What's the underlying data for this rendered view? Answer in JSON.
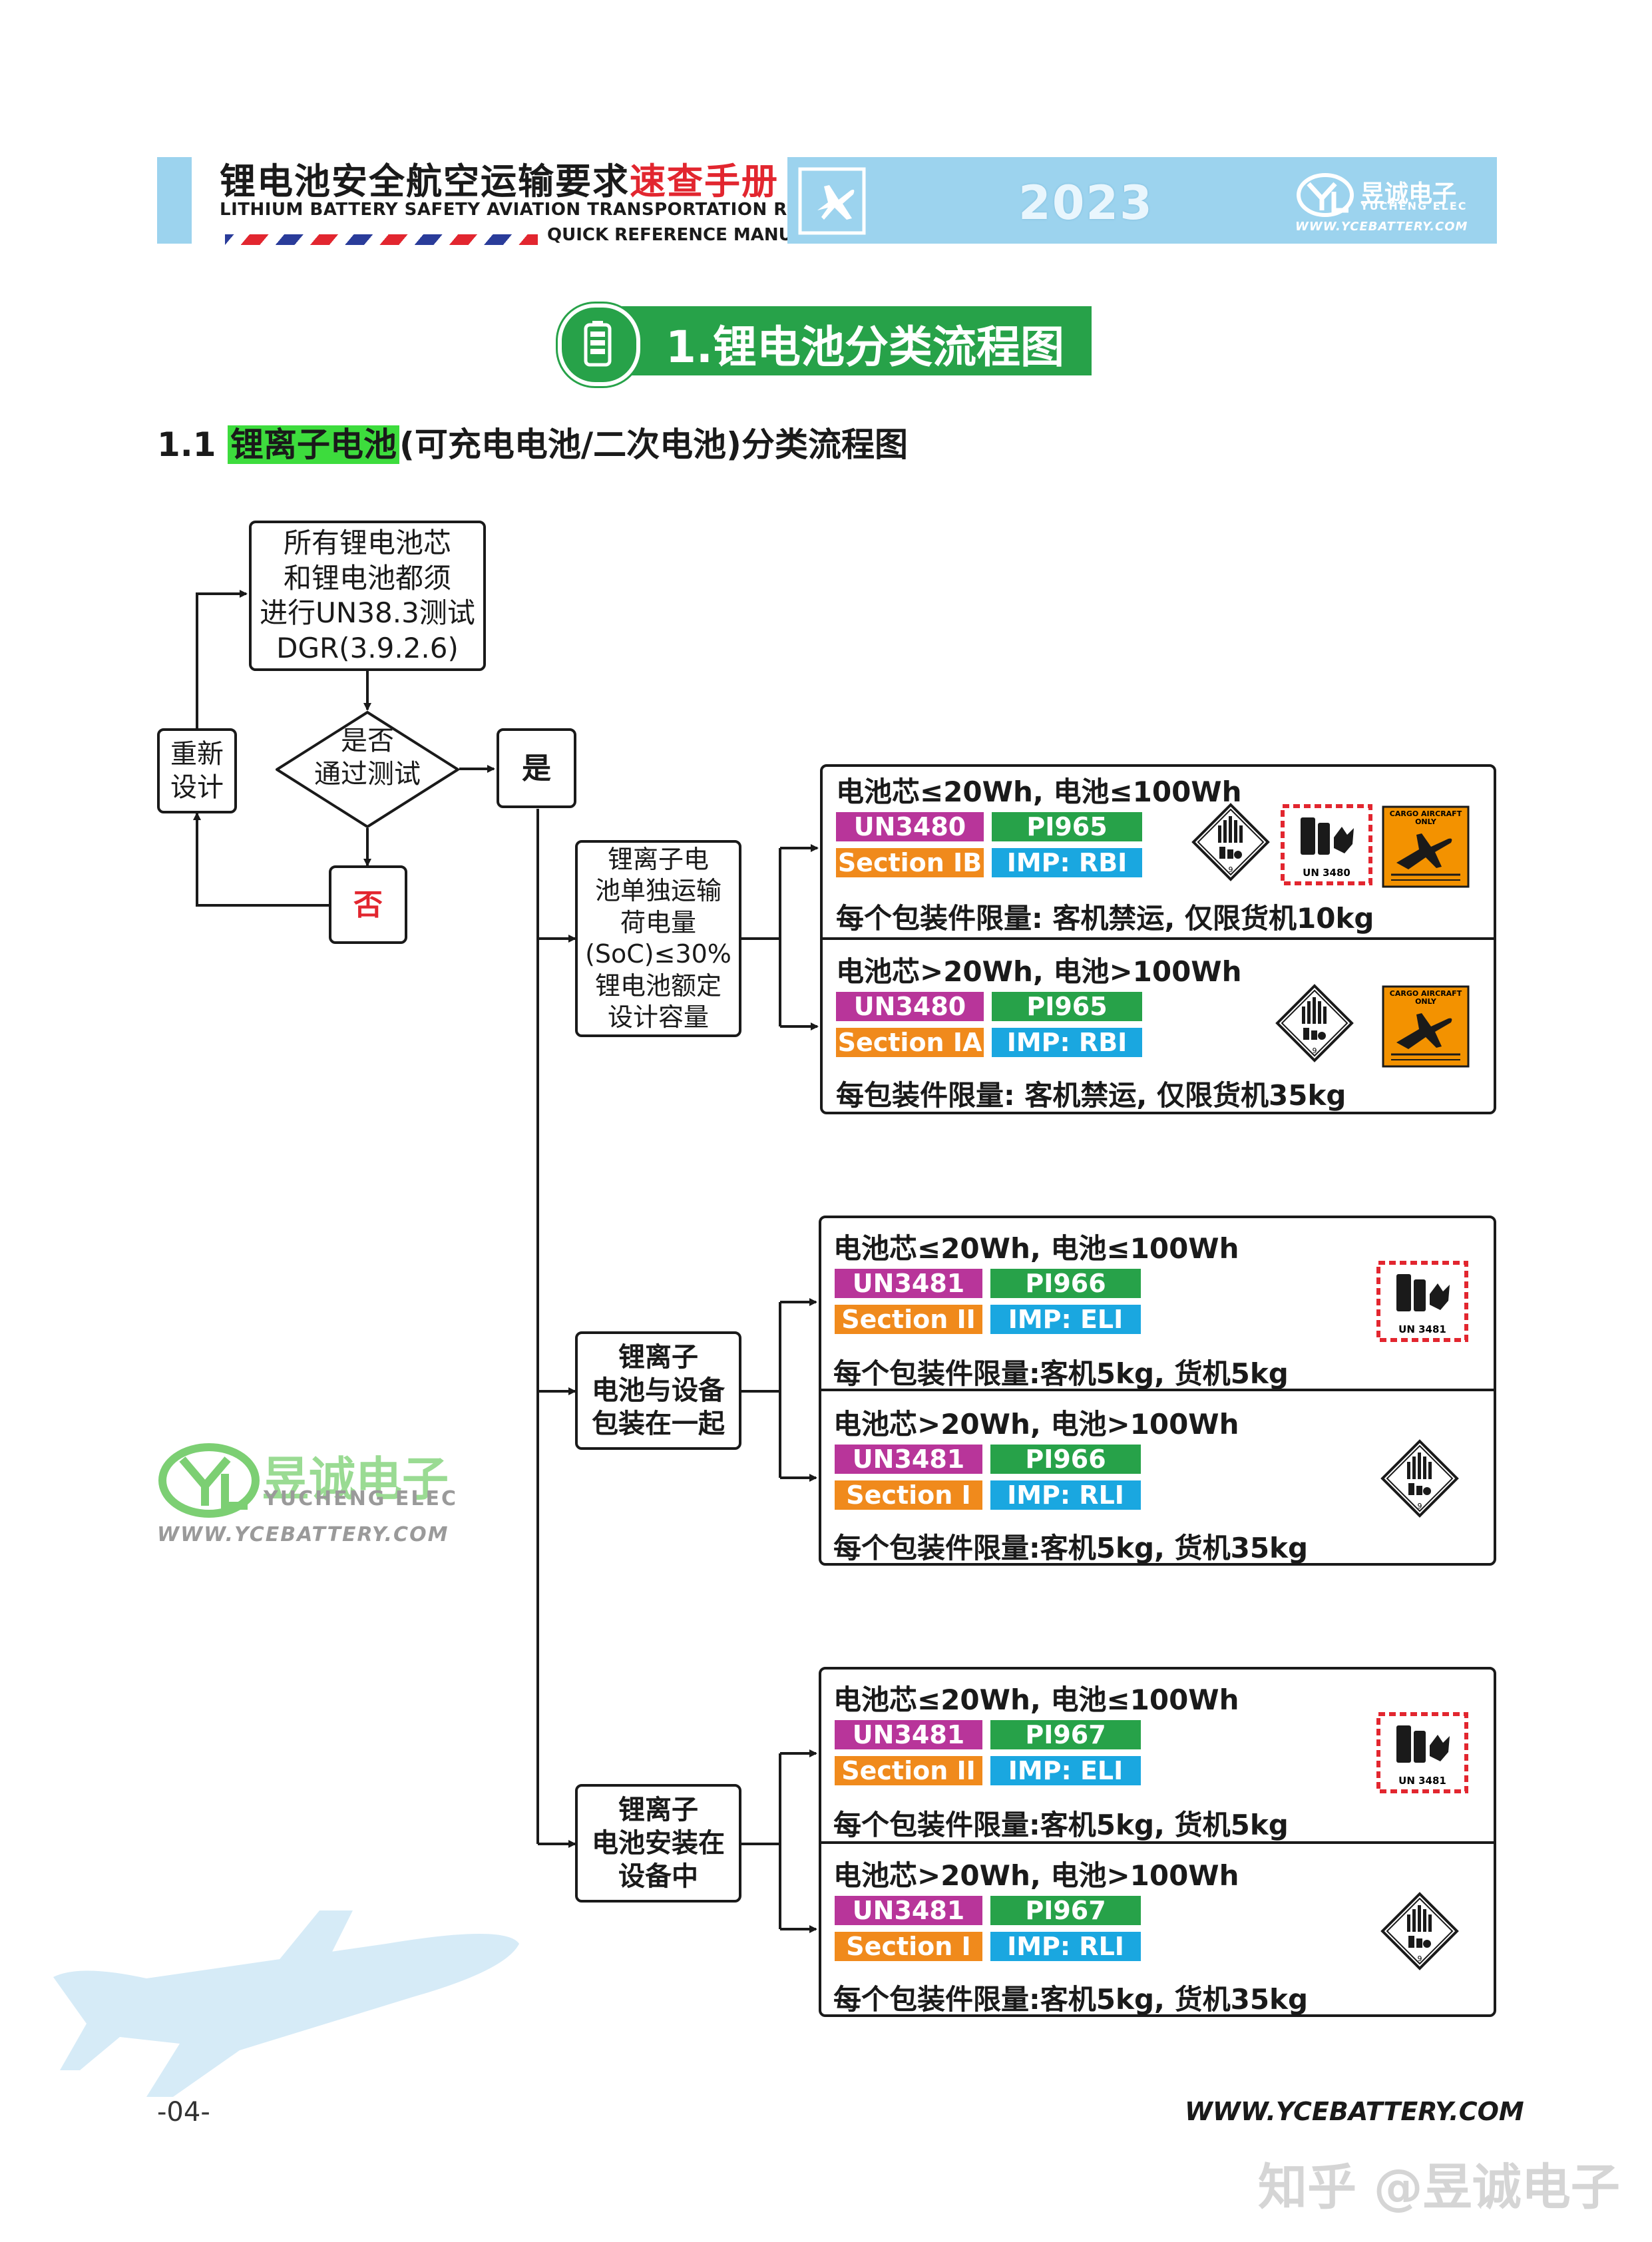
{
  "header": {
    "title_main": "锂电池安全航空运输要求",
    "title_highlight": "速查手册",
    "subtitle_line1": "LITHIUM BATTERY SAFETY AVIATION TRANSPORTATION REQUIREMENTS",
    "subtitle_line2": "QUICK REFERENCE MANUAL",
    "year": "2023",
    "logo_cn": "昱诚电子",
    "logo_en": "YUCHENG ELEC",
    "logo_url": "WWW.YCEBATTERY.COM"
  },
  "section": {
    "title": "1.锂电池分类流程图",
    "sub_prefix": "1.1",
    "sub_highlight": "锂离子电池",
    "sub_rest": "(可充电电池/二次电池)分类流程图"
  },
  "flow": {
    "start": "所有锂电池芯\n和锂电池都须\n进行UN38.3测试\nDGR(3.9.2.6)",
    "decision": "是否\n通过测试",
    "redesign": "重新\n设计",
    "no": "否",
    "yes": "是",
    "branch1": "锂离子电\n池单独运输\n荷电量\n(SoC)≤30%\n锂电池额定\n设计容量",
    "branch2": "锂离子\n电池与设备\n包装在一起",
    "branch3": "锂离子\n电池安装在\n设备中"
  },
  "groups": [
    {
      "rows": [
        {
          "title": "电池芯≤20Wh, 电池≤100Wh",
          "un": "UN3480",
          "pi": "PI965",
          "section": "Section IB",
          "imp": "IMP: RBI",
          "limit": "每个包装件限量: 客机禁运, 仅限货机10kg",
          "labels": [
            "class9-icon",
            "un3480-mark-icon",
            "cargo-aircraft-only-icon"
          ],
          "un_mark_text": "UN 3480"
        },
        {
          "title": "电池芯>20Wh, 电池>100Wh",
          "un": "UN3480",
          "pi": "PI965",
          "section": "Section IA",
          "imp": "IMP: RBI",
          "limit": "每包装件限量: 客机禁运, 仅限货机35kg",
          "labels": [
            "class9-icon",
            "cargo-aircraft-only-icon"
          ]
        }
      ]
    },
    {
      "rows": [
        {
          "title": "电池芯≤20Wh, 电池≤100Wh",
          "un": "UN3481",
          "pi": "PI966",
          "section": "Section II",
          "imp": "IMP: ELI",
          "limit": "每个包装件限量:客机5kg, 货机5kg",
          "labels": [
            "un3481-mark-icon"
          ],
          "un_mark_text": "UN 3481"
        },
        {
          "title": "电池芯>20Wh, 电池>100Wh",
          "un": "UN3481",
          "pi": "PI966",
          "section": "Section I",
          "imp": "IMP: RLI",
          "limit": "每个包装件限量:客机5kg, 货机35kg",
          "labels": [
            "class9-icon"
          ]
        }
      ]
    },
    {
      "rows": [
        {
          "title": "电池芯≤20Wh, 电池≤100Wh",
          "un": "UN3481",
          "pi": "PI967",
          "section": "Section II",
          "imp": "IMP: ELI",
          "limit": "每个包装件限量:客机5kg, 货机5kg",
          "labels": [
            "un3481-mark-icon"
          ],
          "un_mark_text": "UN 3481"
        },
        {
          "title": "电池芯>20Wh, 电池>100Wh",
          "un": "UN3481",
          "pi": "PI967",
          "section": "Section I",
          "imp": "IMP: RLI",
          "limit": "每个包装件限量:客机5kg, 货机35kg",
          "labels": [
            "class9-icon"
          ]
        }
      ]
    }
  ],
  "cargo_label": {
    "line1": "CARGO AIRCRAFT",
    "line2": "ONLY"
  },
  "class9_number": "9",
  "side_logo": {
    "cn": "昱诚电子",
    "en": "YUCHENG ELEC",
    "url": "WWW.YCEBATTERY.COM"
  },
  "footer": {
    "page": "-04-",
    "url": "WWW.YCEBATTERY.COM"
  },
  "watermark": "知乎 @昱诚电子",
  "colors": {
    "un": "#b8359a",
    "pi": "#27a249",
    "section": "#f08a1c",
    "imp": "#1aa7e0",
    "header_blue": "#9cd3ee",
    "banner_green": "#27a249",
    "red": "#e2262f"
  }
}
